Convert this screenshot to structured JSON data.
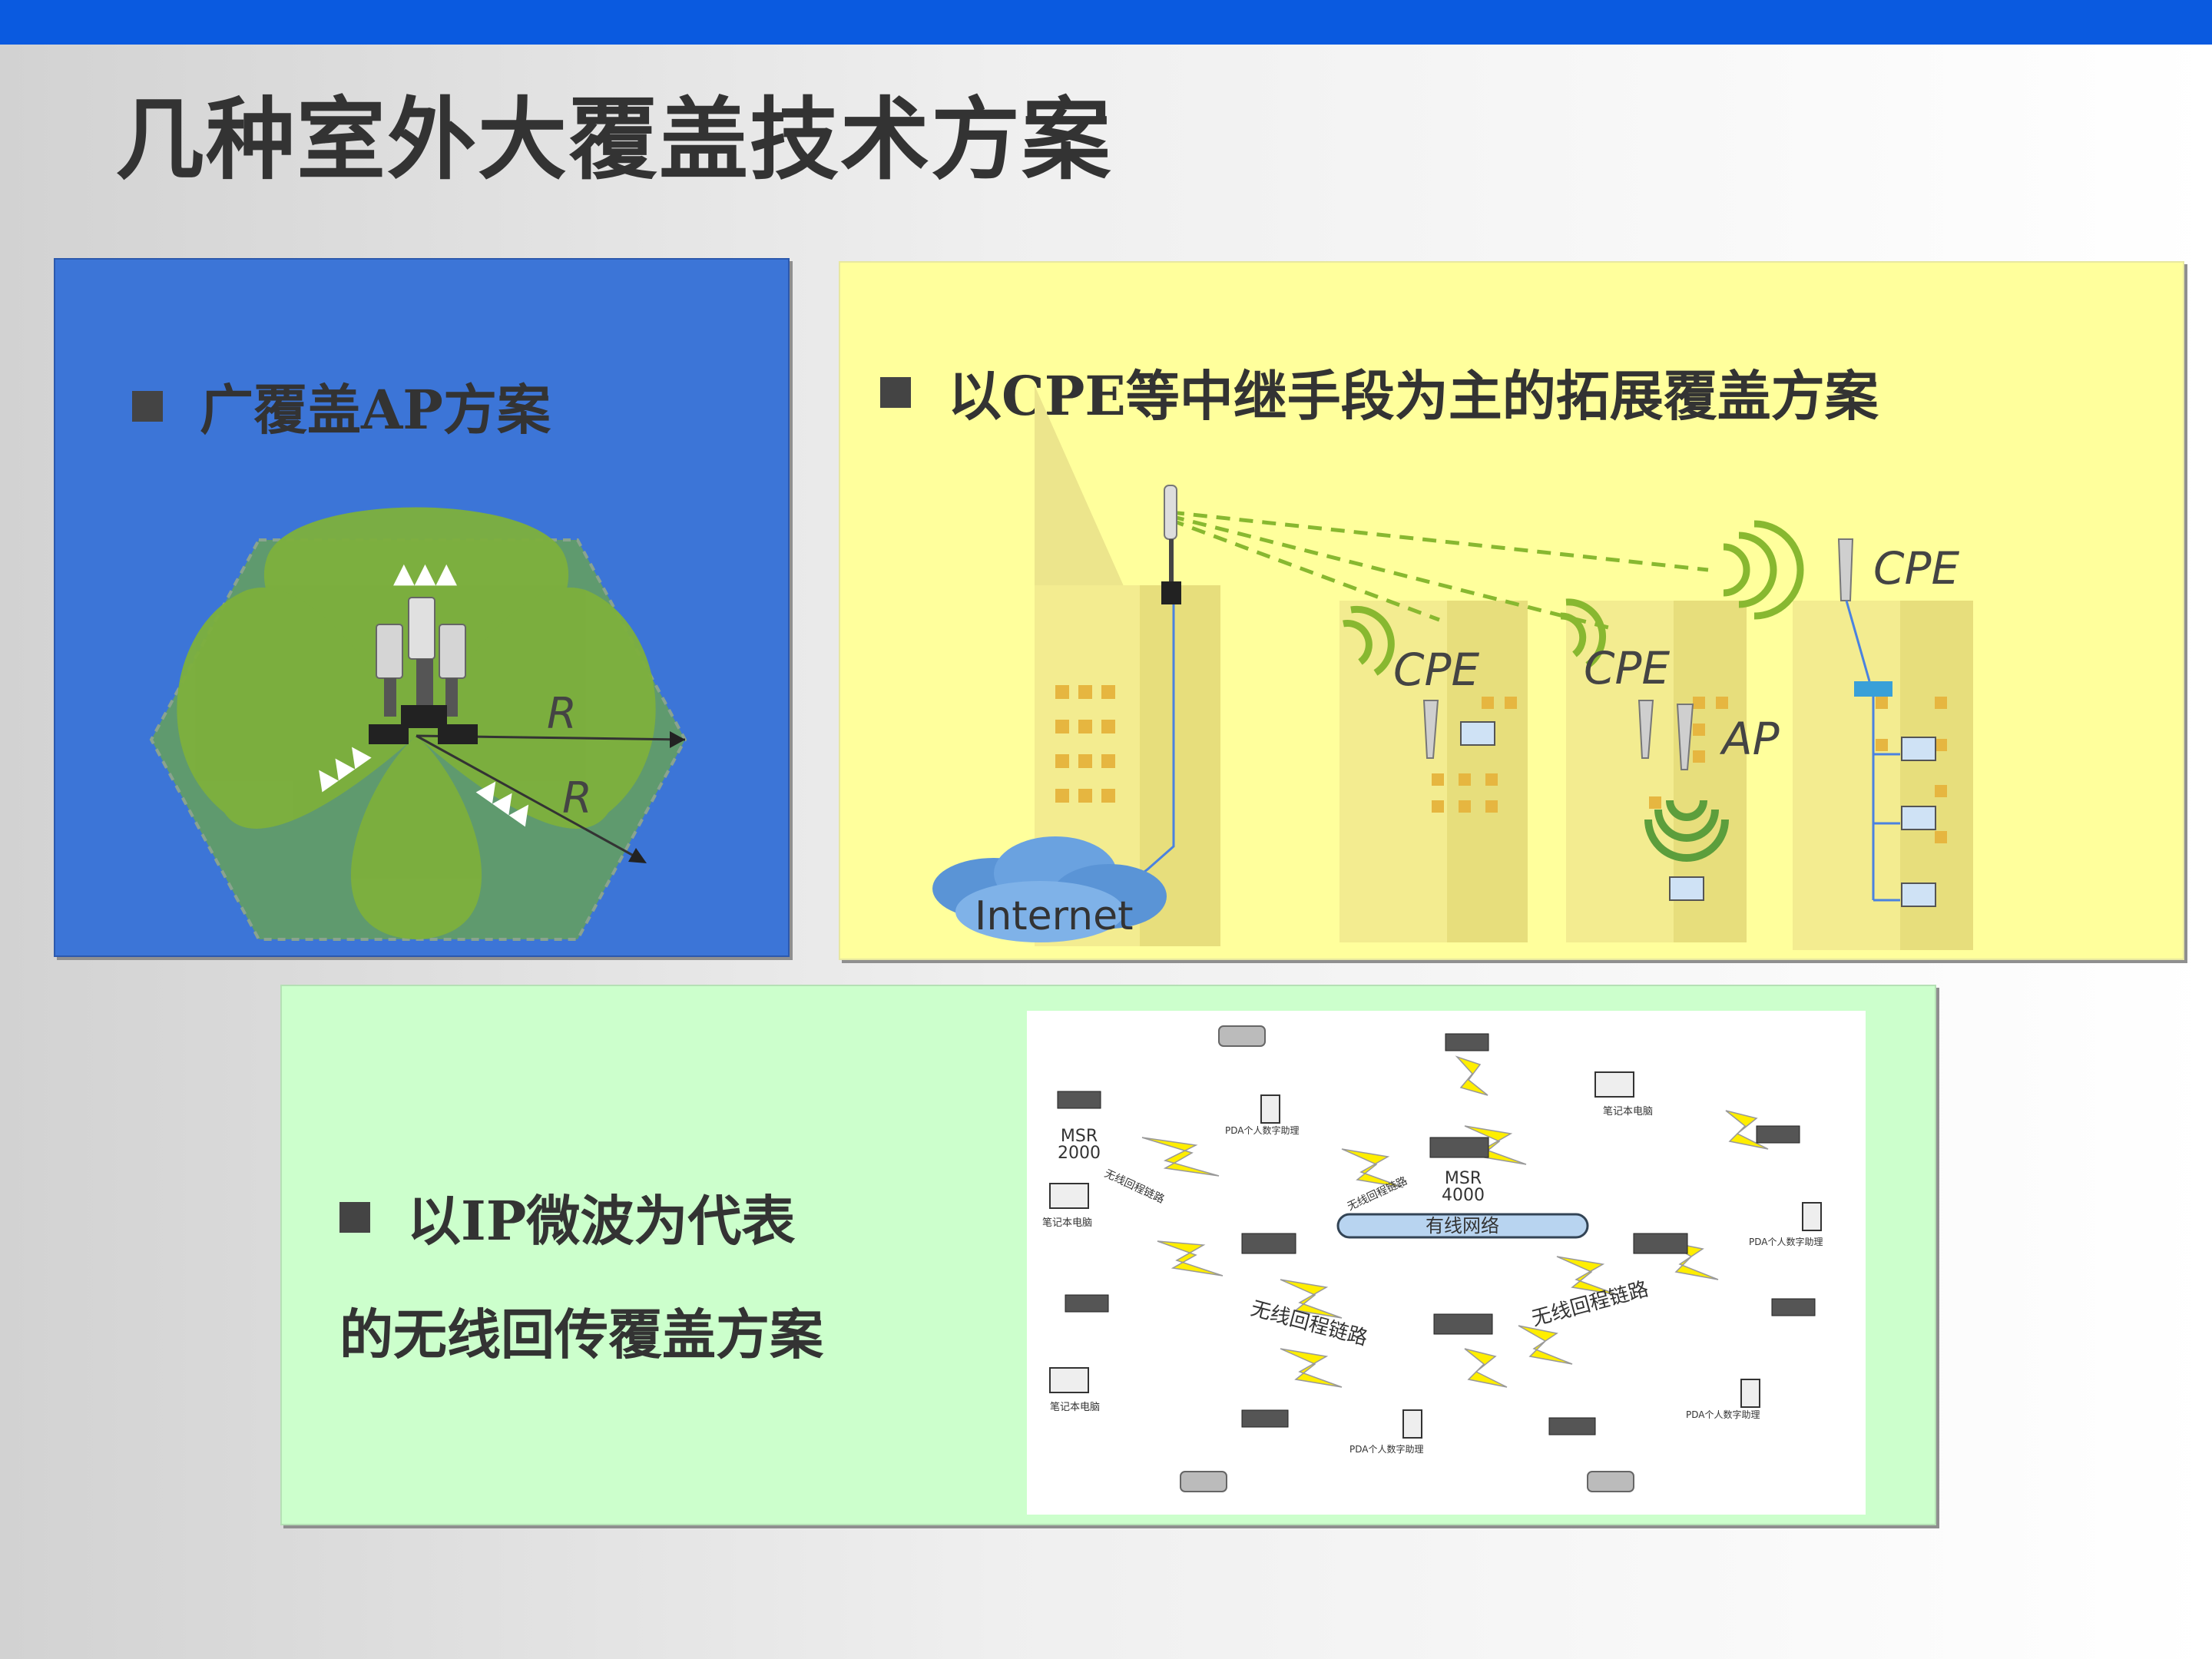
{
  "title": "几种室外大覆盖技术方案",
  "panels": {
    "wide_ap": {
      "heading": "广覆盖AP方案",
      "labels": [
        "R",
        "R"
      ]
    },
    "cpe": {
      "heading": "以CPE等中继手段为主的拓展覆盖方案",
      "labels": {
        "cpe_right": "CPE",
        "cpe_mid1": "CPE",
        "cpe_mid2": "CPE",
        "ap": "AP",
        "internet": "Internet"
      }
    },
    "ip_microwave": {
      "heading_line1": "以IP微波为代表",
      "heading_line2": "的无线回传覆盖方案",
      "diagram": {
        "wired_network": "有线网络",
        "msr2000": [
          "MSR",
          "2000"
        ],
        "msr4000": [
          "MSR",
          "4000"
        ],
        "backhaul_link": "无线回程链路",
        "laptop": "笔记本电脑",
        "pda": "PDA个人数字助理"
      }
    }
  },
  "colors": {
    "topbar": "#0a5ae0",
    "blue_panel": "#3c75d7",
    "yellow_panel": "#ffff9c",
    "green_panel": "#ccffcc"
  }
}
